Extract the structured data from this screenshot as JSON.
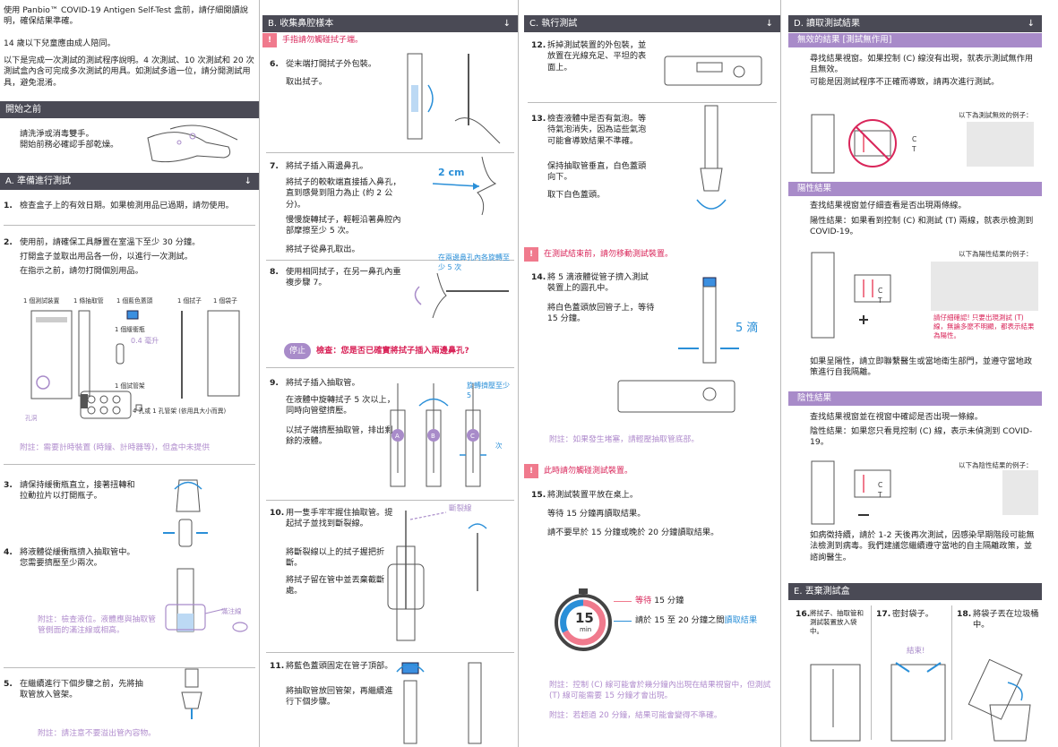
{
  "col1": {
    "intro": "使用 Panbio™ COVID-19 Antigen Self-Test 盒前，請仔細閱讀說明，確保結果準確。",
    "age": "14 歲以下兒童應由成人陪同。",
    "kit_note": "以下是完成一次測試的測試程序說明。4 次測試、10 次測試和 20 次測試盒內含可完成多次測試的用具。如測試多過一位，請分開測試用具，避免混淆。",
    "before_head": "開始之前",
    "before_text": "請洗淨或消毒雙手。\n開始前務必確認手部乾燥。",
    "secA": "A.  準備進行測試",
    "s1": "1.",
    "s1_text": "檢查盒子上的有效日期。如果檢測用品已過期，請勿使用。",
    "s2": "2.",
    "s2_text": "使用前，請確保工具靜置在室溫下至少 30 分鐘。",
    "s2_text_b": "打開盒子並取出用品各一份，以進行一次測試。",
    "s2_text_c": "在指示之前，請勿打開個別用品。",
    "k_device": "1 個測試裝置",
    "k_tube": "1 條抽取管",
    "k_cap": "1 個藍色蓋頭",
    "k_swab": "1 個拭子",
    "k_bag": "1 個袋子",
    "k_buffer": "1 個緩衝瓶",
    "k_buffer_ml": "0.4 毫升",
    "k_holder": "1 個試管架",
    "k_holder_note": "4 孔或 1 孔管架 (依用具大小而異)",
    "k_hole": "孔洞",
    "timer_note": "附註：需要計時裝置 (時鐘、計時器等)，但盒中未提供",
    "s3": "3.",
    "s3_text": "請保持緩衝瓶直立，接著扭轉和拉動拉片以打開瓶子。",
    "s4": "4.",
    "s4_text": "將液體從緩衝瓶擠入抽取管中。您需要擠壓至少兩次。",
    "fill_line": "滿注線",
    "fill_note": "附註：檢查液位。液體應與抽取管管側面的滿注線或相高。",
    "s5": "5.",
    "s5_text": "在繼續進行下個步驟之前，先將抽取管放入管架。",
    "spill_note": "附註：請注意不要溢出管內容物。"
  },
  "col2": {
    "secB": "B.  收集鼻腔樣本",
    "warn_touch": "手指請勿觸碰拭子端。",
    "s6": "6.",
    "s6_text": "從末端打開拭子外包裝。",
    "s6_text_b": "取出拭子。",
    "s7": "7.",
    "s7_text": "將拭子插入兩邊鼻孔。",
    "s7_text_b": "將拭子的較軟端直接插入鼻孔，直到感覺到阻力為止 (約 2 公分)。",
    "s7_text_c": "慢慢旋轉拭子，輕輕沿著鼻腔內部摩擦至少 5 次。",
    "s7_text_d": "將拭子從鼻孔取出。",
    "cm": "2 cm",
    "s8": "8.",
    "s8_text": "使用相同拭子，在另一鼻孔內重複步驟 7。",
    "rotate_both": "在兩邊鼻孔內各旋轉至少 5 次",
    "stop_badge": "停止",
    "stop_text": "檢查：您是否已確實將拭子插入兩邊鼻孔?",
    "s9": "9.",
    "s9_text": "將拭子插入抽取管。",
    "s9_text_b": "在液體中旋轉拭子 5 次以上，同時向管壁擠壓。",
    "s9_text_c": "以拭子端擠壓抽取管，排出剩餘的液體。",
    "rotate_squeeze": "旋轉擠壓至少 5",
    "times": "次",
    "s10": "10.",
    "s10_text": "用一隻手牢牢握住抽取管。提起拭子並找到斷裂線。",
    "s10_text_b": "將斷裂線以上的拭子握把折斷。",
    "s10_text_c": "將拭子留在管中並丟棄截斷處。",
    "break_line": "斷裂線",
    "s11": "11.",
    "s11_text": "將藍色蓋頭固定在管子頂部。",
    "s11_text_b": "將抽取管放回管架，再繼續進行下個步驟。"
  },
  "col3": {
    "secC": "C.  執行測試",
    "s12": "12.",
    "s12_text": "拆掉測試裝置的外包裝，並放置在光線充足、平坦的表面上。",
    "s13": "13.",
    "s13_text": "檢查液體中是否有氣泡。等待氣泡消失，因為這些氣泡可能會導致結果不準確。",
    "s13_text_b": "保持抽取管垂直，白色蓋頭向下。",
    "s13_text_c": "取下白色蓋頭。",
    "warn_move": "在測試結束前，請勿移動測試裝置。",
    "s14": "14.",
    "s14_text": "將 5 滴液體從管子擠入測試裝置上的圓孔中。",
    "s14_text_b": "將白色蓋頭放回管子上，等待 15 分鐘。",
    "drops": "5 滴",
    "leak_note": "附註：如果發生堵塞，請輕壓抽取管底部。",
    "warn_read": "此時請勿觸碰測試裝置。",
    "s15": "15.",
    "s15_text": "將測試裝置平放在桌上。",
    "s15_text_b": "等待 15 分鐘再讀取結果。",
    "s15_text_c": "請不要早於 15 分鐘或晚於 20 分鐘讀取結果。",
    "timer_value": "15",
    "timer_unit": "min",
    "wait_prefix": "等待",
    "wait_suffix": " 15 分鐘",
    "read_prefix": "請於 15 至 20 分鐘之間",
    "read_suffix": "讀取結果",
    "note_c": "附註：控制 (C) 線可能會於幾分鐘內出現在結果視窗中，但測試 (T) 線可能需要 15 分鐘才會出現。",
    "note_20": "附註：若超過 20 分鐘，結果可能會變得不準確。"
  },
  "col4": {
    "secD": "D.  讀取測試結果",
    "invalid_head": "無效的結果 [測試無作用]",
    "invalid_text": "尋找結果視窗。如果控制 (C) 線沒有出現，就表示測試無作用且無效。",
    "invalid_text_b": "可能是因測試程序不正確而導致，請再次進行測試。",
    "invalid_eg": "以下為測試無效的例子：",
    "pos_head": "陽性結果",
    "pos_text": "查找結果視窗並仔細查看是否出現兩條線。",
    "pos_text_b": "陽性結果：如果看到控制 (C) 和測試 (T) 兩線，就表示檢測到 COVID-19。",
    "pos_eg": "以下為陽性結果的例子：",
    "pos_warn": "請仔細確認! 只要出現測試 (T) 線，無論多麼不明顯，都表示結果為陽性。",
    "pos_text_c": "如果呈陽性，請立即聯繫醫生或當地衛生部門，並遵守當地政策進行自我隔離。",
    "neg_head": "陰性結果",
    "neg_text": "查找結果視窗並在視窗中確認是否出現一條線。",
    "neg_text_b": "陰性結果：如果您只看見控制 (C) 線，表示未偵測到 COVID-19。",
    "neg_eg": "以下為陰性結果的例子：",
    "neg_text_c": "如病徵持續，請於 1-2 天後再次測試，因感染早期階段可能無法檢測到病毒。我們建議您繼續遵守當地的自主隔離政策，並諮詢醫生。",
    "secE": "E.  丟棄測試盒",
    "s16": "16.",
    "s16_text": "將拭子、抽取管和測試裝置放入袋中。",
    "s17": "17.",
    "s17_text": "密封袋子。",
    "s18": "18.",
    "s18_text": "將袋子丟在垃圾桶中。",
    "done": "結束!",
    "C": "C",
    "T": "T"
  },
  "arrow": "↓",
  "ex": "!",
  "colors": {
    "header": "#4a4a55",
    "purple": "#a88bc9",
    "pink": "#d9265a",
    "blue": "#2a8fd8"
  }
}
